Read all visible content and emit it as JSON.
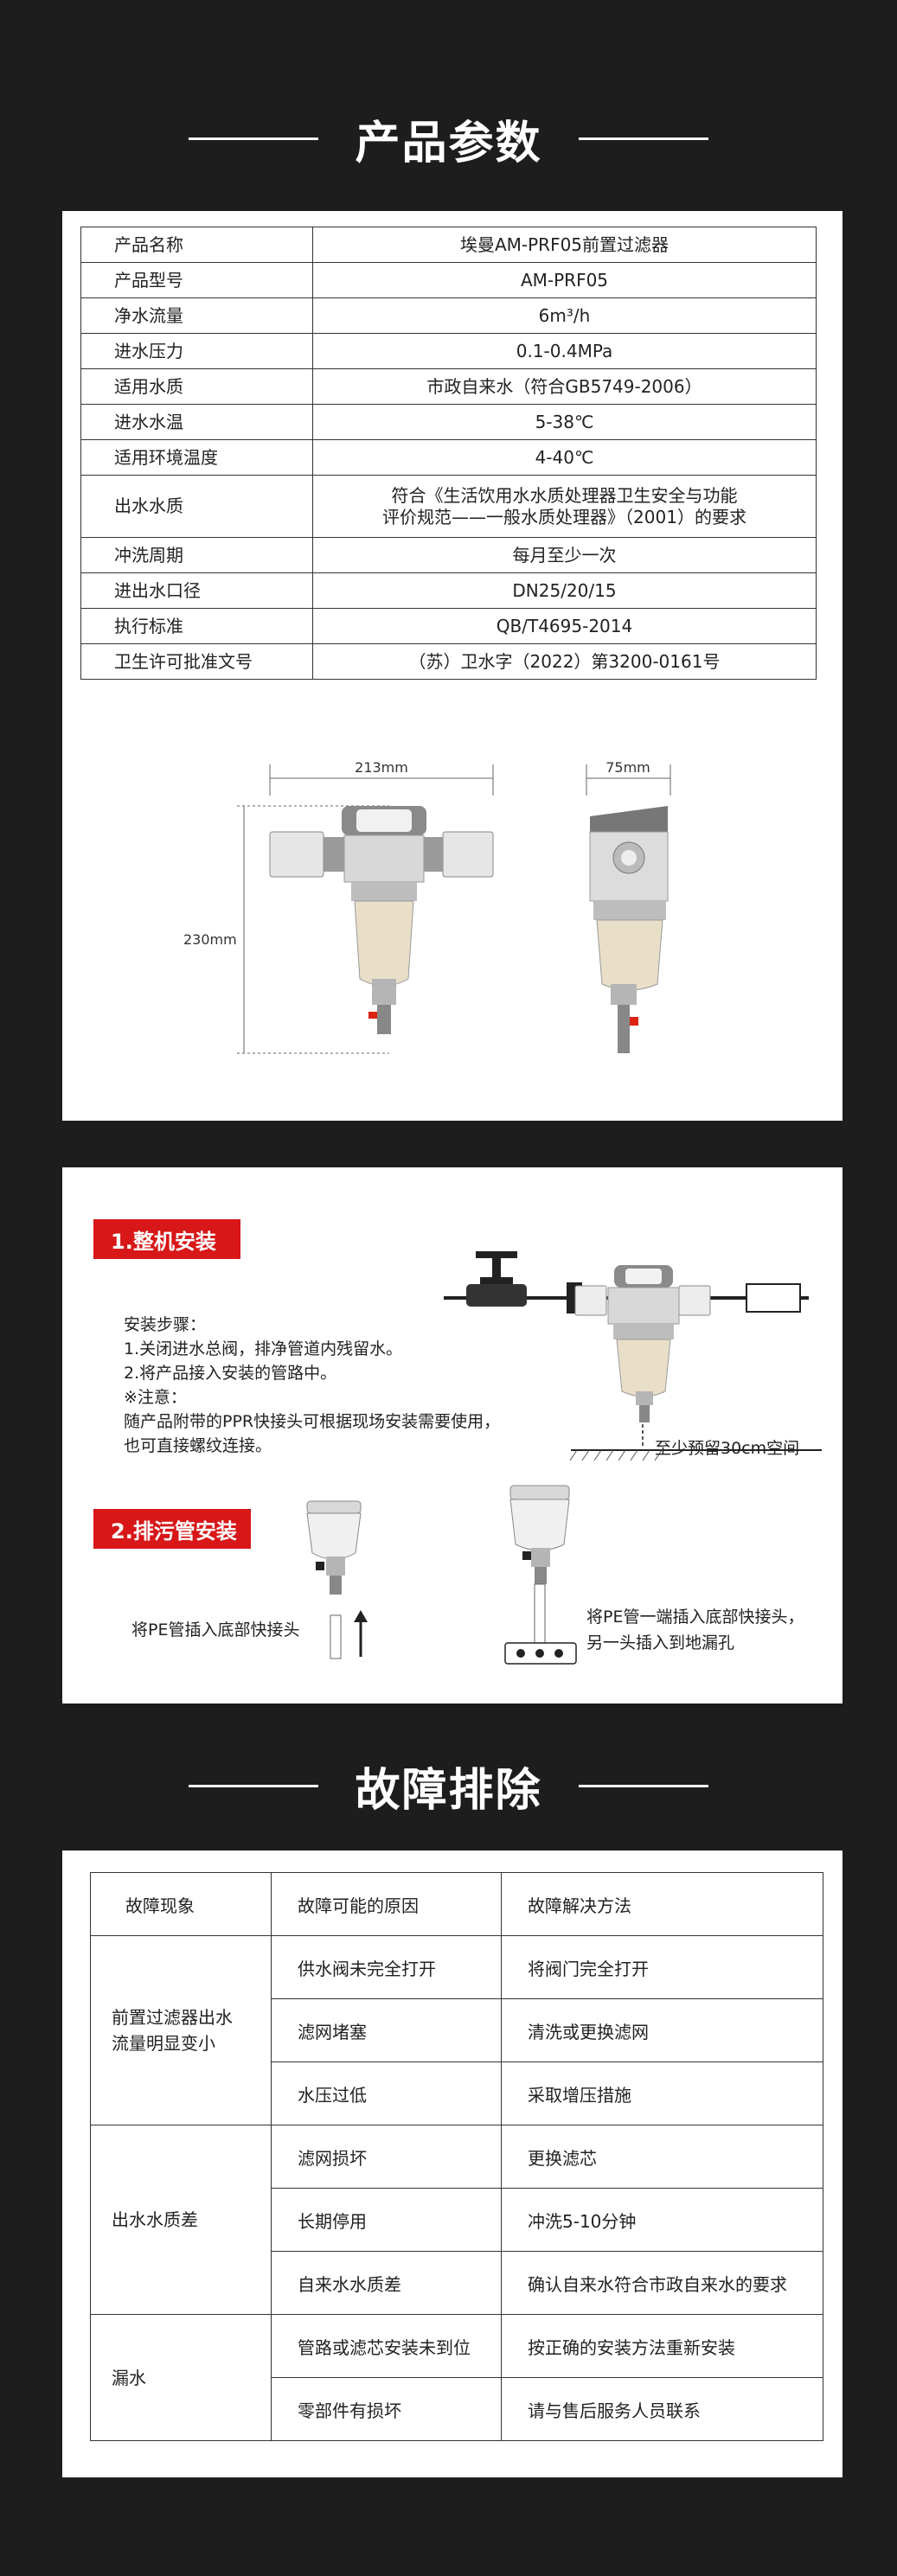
{
  "params_section": {
    "title": "产品参数",
    "rows": [
      {
        "label": "产品名称",
        "value": "埃曼AM-PRF05前置过滤器"
      },
      {
        "label": "产品型号",
        "value": "AM-PRF05"
      },
      {
        "label": "净水流量",
        "value": "6m³/h"
      },
      {
        "label": "进水压力",
        "value": "0.1-0.4MPa"
      },
      {
        "label": "适用水质",
        "value": "市政自来水（符合GB5749-2006）"
      },
      {
        "label": "进水水温",
        "value": "5-38℃"
      },
      {
        "label": "适用环境温度",
        "value": "4-40℃"
      },
      {
        "label": "出水水质",
        "value": "符合《生活饮用水水质处理器卫生安全与功能",
        "value2": "评价规范——一般水质处理器》（2001）的要求"
      },
      {
        "label": "冲洗周期",
        "value": "每月至少一次"
      },
      {
        "label": "进出水口径",
        "value": "DN25/20/15"
      },
      {
        "label": "执行标准",
        "value": "QB/T4695-2014"
      },
      {
        "label": "卫生许可批准文号",
        "value": "（苏）卫水字（2022）第3200-0161号"
      }
    ],
    "dimensions": {
      "width": "213mm",
      "depth": "75mm",
      "height": "230mm"
    }
  },
  "install_section": {
    "step1_title": "1.整机安装",
    "steps_heading": "安装步骤：",
    "steps": [
      "1.关闭进水总阀，排净管道内残留水。",
      "2.将产品接入安装的管路中。"
    ],
    "note_heading": "※注意：",
    "note_lines": [
      "随产品附带的PPR快接头可根据现场安装需要使用，",
      "也可直接螺纹连接。"
    ],
    "clearance_label": "至少预留30cm空间",
    "step2_title": "2.排污管安装",
    "drain_label_1": "将PE管插入底部快接头",
    "drain_label_2a": "将PE管一端插入底部快接头，",
    "drain_label_2b": "另一头插入到地漏孔"
  },
  "fault_section": {
    "title": "故障排除",
    "headers": [
      "故障现象",
      "故障可能的原因",
      "故障解决方法"
    ],
    "groups": [
      {
        "symptom_lines": [
          "前置过滤器出水",
          "流量明显变小"
        ],
        "rows": [
          {
            "cause": "供水阀未完全打开",
            "fix": "将阀门完全打开"
          },
          {
            "cause": "滤网堵塞",
            "fix": "清洗或更换滤网"
          },
          {
            "cause": "水压过低",
            "fix": "采取增压措施"
          }
        ]
      },
      {
        "symptom_lines": [
          "出水水质差"
        ],
        "rows": [
          {
            "cause": "滤网损坏",
            "fix": "更换滤芯"
          },
          {
            "cause": "长期停用",
            "fix": "冲洗5-10分钟"
          },
          {
            "cause": "自来水水质差",
            "fix": "确认自来水符合市政自来水的要求"
          }
        ]
      },
      {
        "symptom_lines": [
          "漏水"
        ],
        "rows": [
          {
            "cause": "管路或滤芯安装未到位",
            "fix": "按正确的安装方法重新安装"
          },
          {
            "cause": "零部件有损坏",
            "fix": "请与售后服务人员联系"
          }
        ]
      }
    ]
  }
}
